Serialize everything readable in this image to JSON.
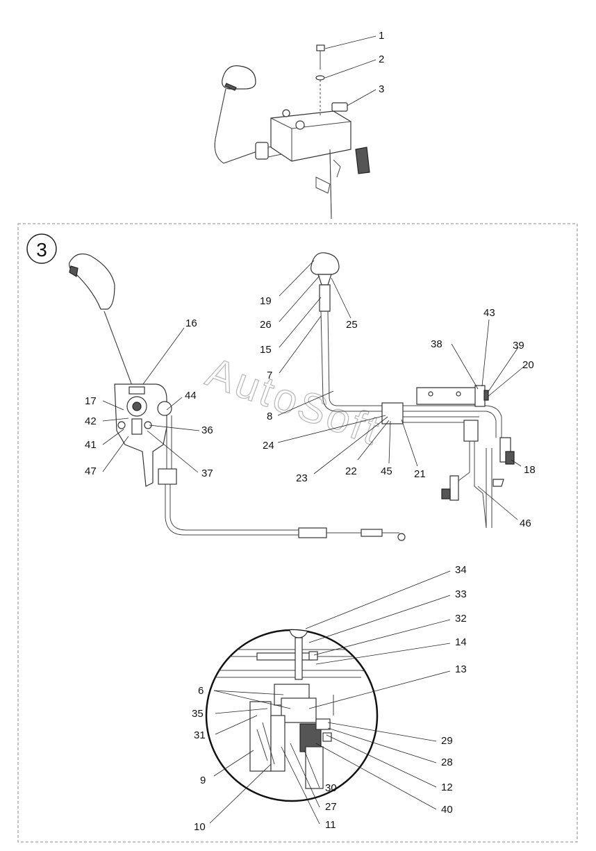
{
  "section": "3",
  "watermark": "AutoSoft",
  "top_labels": [
    {
      "id": "t1",
      "text": "1"
    },
    {
      "id": "t2",
      "text": "2"
    },
    {
      "id": "t3",
      "text": "3"
    }
  ],
  "left_labels": [
    {
      "id": "l16",
      "text": "16"
    },
    {
      "id": "l17",
      "text": "17"
    },
    {
      "id": "l42",
      "text": "42"
    },
    {
      "id": "l41",
      "text": "41"
    },
    {
      "id": "l47",
      "text": "47"
    },
    {
      "id": "l44",
      "text": "44"
    },
    {
      "id": "l36",
      "text": "36"
    },
    {
      "id": "l37",
      "text": "37"
    }
  ],
  "right_labels": [
    {
      "id": "r19",
      "text": "19"
    },
    {
      "id": "r26",
      "text": "26"
    },
    {
      "id": "r15",
      "text": "15"
    },
    {
      "id": "r7",
      "text": "7"
    },
    {
      "id": "r25",
      "text": "25"
    },
    {
      "id": "r38",
      "text": "38"
    },
    {
      "id": "r43",
      "text": "43"
    },
    {
      "id": "r39",
      "text": "39"
    },
    {
      "id": "r20",
      "text": "20"
    },
    {
      "id": "r8",
      "text": "8"
    },
    {
      "id": "r24",
      "text": "24"
    },
    {
      "id": "r23",
      "text": "23"
    },
    {
      "id": "r22",
      "text": "22"
    },
    {
      "id": "r45",
      "text": "45"
    },
    {
      "id": "r21",
      "text": "21"
    },
    {
      "id": "r18",
      "text": "18"
    },
    {
      "id": "r46",
      "text": "46"
    }
  ],
  "detail_labels": [
    {
      "id": "d34",
      "text": "34"
    },
    {
      "id": "d33",
      "text": "33"
    },
    {
      "id": "d32",
      "text": "32"
    },
    {
      "id": "d14",
      "text": "14"
    },
    {
      "id": "d13",
      "text": "13"
    },
    {
      "id": "d6",
      "text": "6"
    },
    {
      "id": "d35",
      "text": "35"
    },
    {
      "id": "d31",
      "text": "31"
    },
    {
      "id": "d9",
      "text": "9"
    },
    {
      "id": "d10",
      "text": "10"
    },
    {
      "id": "d29",
      "text": "29"
    },
    {
      "id": "d28",
      "text": "28"
    },
    {
      "id": "d12",
      "text": "12"
    },
    {
      "id": "d40",
      "text": "40"
    },
    {
      "id": "d30",
      "text": "30"
    },
    {
      "id": "d27",
      "text": "27"
    },
    {
      "id": "d11",
      "text": "11"
    }
  ]
}
